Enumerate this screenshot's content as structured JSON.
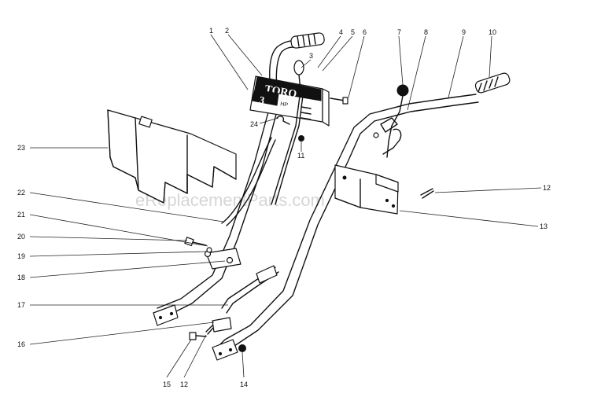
{
  "watermark": "eReplacementParts.com",
  "plate": {
    "brand": "TORO",
    "rating": "3",
    "rating_unit": "HP"
  },
  "callouts": {
    "c1": "1",
    "c2": "2",
    "c3": "3",
    "c4": "4",
    "c5": "5",
    "c6": "6",
    "c7": "7",
    "c8": "8",
    "c9": "9",
    "c10": "10",
    "c11": "11",
    "c12a": "12",
    "c12b": "12",
    "c13": "13",
    "c14": "14",
    "c15": "15",
    "c16": "16",
    "c17": "17",
    "c18": "18",
    "c19": "19",
    "c20": "20",
    "c21": "21",
    "c22": "22",
    "c23": "23",
    "c24": "24"
  },
  "colors": {
    "ink": "#111111",
    "paper": "#ffffff",
    "watermark": "#d6d6d6"
  }
}
